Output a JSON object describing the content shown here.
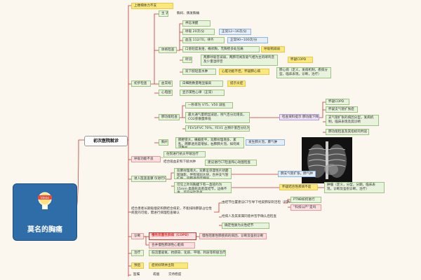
{
  "root": {
    "title": "莫名的胸痛",
    "icon_badge": "Ideas"
  },
  "first_visit": "初次医院就诊",
  "top_note": "上楼梯体力不支",
  "symptom_group": {
    "label": "主 诉",
    "content": "胸闷、偶发胸痛"
  },
  "exam_group": {
    "label": "初步检查",
    "physical": {
      "label": "体格检查",
      "items": [
        "神志清醒",
        "呼吸 20次/分",
        "正常12~16次/分",
        "血压 112/70，律齐",
        "正常90~100次/分",
        "口唇轻度发绀，桶状胸，无胸壁多处压痛",
        "呼吸稍减弱",
        "听诊",
        "两肺呼吸音减弱，两肺可闻及吸气相为主的哮鸣音及少量湿啰音",
        "怀疑COPD",
        "双下肢轻度水肿",
        "心脏功能不佳，怀疑肺心病",
        "肺心病（定义，发病机制，疾病分型，临床表现，诊断，治疗）"
      ]
    },
    "blood": {
      "label": "血常规",
      "content": "白细胞数量略显偏高",
      "note": "提示炎症"
    },
    "ecg": {
      "label": "心电图",
      "content": "显示窦性心律（正常）"
    },
    "lung_function": {
      "label": "肺功能检查",
      "items": [
        "一秒率为 V75、V50 减低",
        "最大通气量明显减退，残气百分比增高，CO2弥散量降低",
        "FEV1/FVC 70%，FEV1 占预计值百分比为29%"
      ],
      "conclusion": "检查资料提示 肺功能下降",
      "sub": [
        "怀疑COPD",
        "怀疑支气管扩张症",
        "支气管扩张的病因分型，发病机制，临床表现及其诊断",
        "肺功能检查及其指标的判读"
      ]
    },
    "chest": {
      "label": "胸片",
      "content": "肺野变大，横膈变平，双肺纹理增多、紊乱，两肺透亮度增加，右肺肺大泡，如何阅读胸片",
      "note": "发生肺大泡，肺气肿"
    }
  },
  "respiratory": {
    "label": "呼吸功能不良",
    "items": [
      "住院进行抗炎平喘治疗",
      "结合吸血史和下肢水肿",
      "建议进行CT检查和心动图检查"
    ]
  },
  "ct_group": {
    "label": "进入医查查康 仪进行CT检查",
    "items": [
      "双肺纹理增大，双肺呈弥漫性片状磨玻璃影，伴有侵润大块，合并支气管扩张，双肺透亮度增强",
      "可见上叶的胸膜下有一直径约为 15mm 类圆形高密度结节，边缘不清，可见分叶及毛"
    ],
    "notes": [
      "肺支气管扩张，肺气肿",
      "怀疑结合性疾病不是",
      "肿瘤（定义，分型，分期，临床表现，诊断及鉴别诊断，治疗）"
    ]
  },
  "combine": {
    "label": "结合患者长期吸烟史和肺结合病史，不能排除肺部占位性病变的可能，需进行病理检查确认",
    "items": [
      "由结节位置建议CT引导下经皮肺穿刺活检（PTNB）",
      "经病人及其家属同意并签字确认后检查",
      "确定性质为炎性结节"
    ],
    "ptnb": [
      "PTNB如何进行",
      "“科技以产”是吗"
    ]
  },
  "diagnosis": {
    "label": "诊断",
    "main": "慢性阻塞性肺病（COPD）",
    "note": "慢性阻塞性肺疾病的病因、诊断及鉴别诊断",
    "sub": "合并慢性肺源性心脏病"
  },
  "treatment": {
    "label": "治疗",
    "content": "低流量吸氧、抗感染、化痰、平喘、利尿等积极治疗"
  },
  "outcome": {
    "label": "预后",
    "content": "症状好转并出院"
  },
  "bottom": {
    "label": "医嘱",
    "items": [
      "戒烟",
      "交待稳度"
    ]
  }
}
